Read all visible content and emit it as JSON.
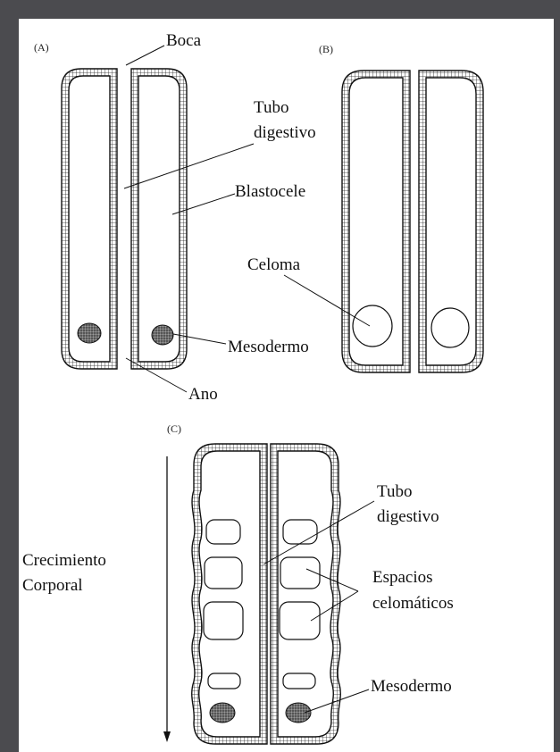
{
  "panels": {
    "a": "(A)",
    "b": "(B)",
    "c": "(C)"
  },
  "labels": {
    "boca": "Boca",
    "tubo_a": "Tubo",
    "digestivo_a": "digestivo",
    "blastocele": "Blastocele",
    "celoma": "Celoma",
    "mesodermo_a": "Mesodermo",
    "ano": "Ano",
    "crecimiento": "Crecimiento",
    "corporal": "Corporal",
    "tubo_c": "Tubo",
    "digestivo_c": "digestivo",
    "espacios": "Espacios",
    "celomaticos": "celomáticos",
    "mesodermo_c": "Mesodermo"
  },
  "colors": {
    "frame": "#4b4b4f",
    "page": "#ffffff",
    "ink": "#111111"
  }
}
